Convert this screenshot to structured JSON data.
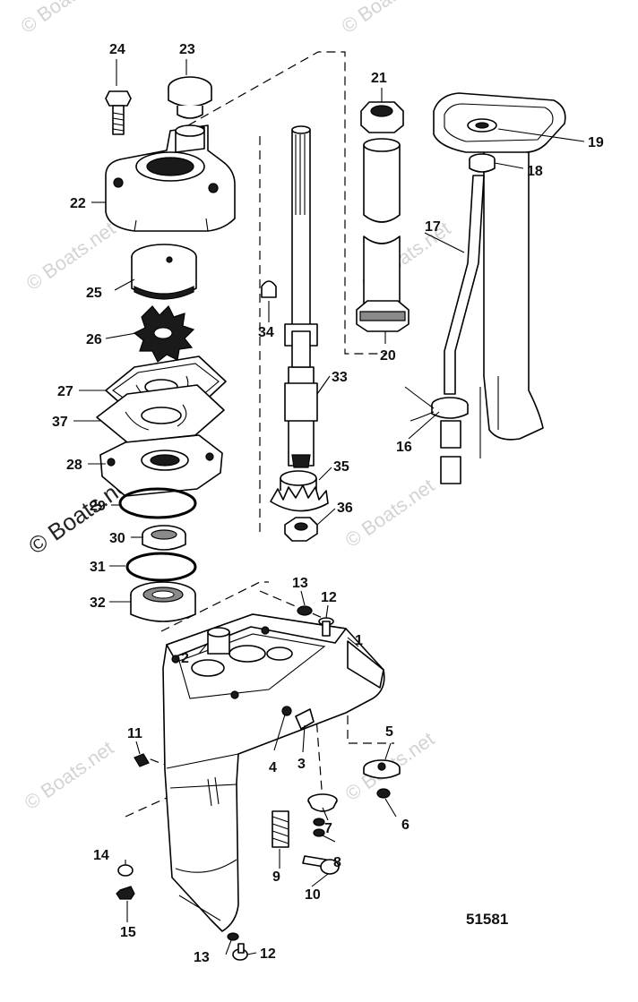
{
  "watermark": {
    "text": "© Boats.net"
  },
  "drawing_number": "51581",
  "callouts": [
    {
      "id": "c1",
      "label": "1"
    },
    {
      "id": "c2",
      "label": "2"
    },
    {
      "id": "c3",
      "label": "3"
    },
    {
      "id": "c4",
      "label": "4"
    },
    {
      "id": "c5",
      "label": "5"
    },
    {
      "id": "c6",
      "label": "6"
    },
    {
      "id": "c7",
      "label": "7"
    },
    {
      "id": "c8",
      "label": "8"
    },
    {
      "id": "c9",
      "label": "9"
    },
    {
      "id": "c10",
      "label": "10"
    },
    {
      "id": "c11",
      "label": "11"
    },
    {
      "id": "c12a",
      "label": "12"
    },
    {
      "id": "c12b",
      "label": "12"
    },
    {
      "id": "c13a",
      "label": "13"
    },
    {
      "id": "c13b",
      "label": "13"
    },
    {
      "id": "c14",
      "label": "14"
    },
    {
      "id": "c15",
      "label": "15"
    },
    {
      "id": "c16",
      "label": "16"
    },
    {
      "id": "c17",
      "label": "17"
    },
    {
      "id": "c18",
      "label": "18"
    },
    {
      "id": "c19",
      "label": "19"
    },
    {
      "id": "c20",
      "label": "20"
    },
    {
      "id": "c21",
      "label": "21"
    },
    {
      "id": "c22",
      "label": "22"
    },
    {
      "id": "c23",
      "label": "23"
    },
    {
      "id": "c24",
      "label": "24"
    },
    {
      "id": "c25",
      "label": "25"
    },
    {
      "id": "c26",
      "label": "26"
    },
    {
      "id": "c27",
      "label": "27"
    },
    {
      "id": "c28",
      "label": "28"
    },
    {
      "id": "c29",
      "label": "29"
    },
    {
      "id": "c30",
      "label": "30"
    },
    {
      "id": "c31",
      "label": "31"
    },
    {
      "id": "c32",
      "label": "32"
    },
    {
      "id": "c33",
      "label": "33"
    },
    {
      "id": "c34",
      "label": "34"
    },
    {
      "id": "c35",
      "label": "35"
    },
    {
      "id": "c36",
      "label": "36"
    },
    {
      "id": "c37",
      "label": "37"
    }
  ]
}
